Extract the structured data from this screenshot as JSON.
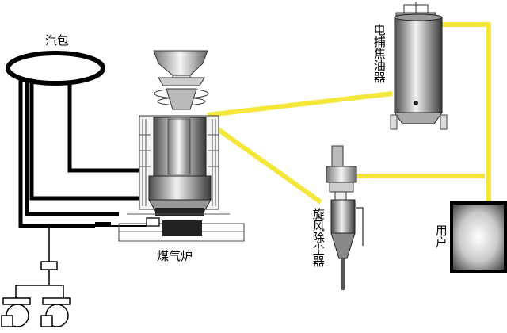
{
  "labels": {
    "steam_drum": "汽包",
    "gas_furnace": "煤气炉",
    "electric_tar_catcher": "电捕焦油器",
    "cyclone_dust_remover": "旋风除尘器",
    "user": "用户"
  },
  "colors": {
    "gas_pipe": "#f5e63a",
    "steam_pipe": "#000000",
    "equipment_dark": "#555555",
    "equipment_light": "#e8e8e8"
  }
}
